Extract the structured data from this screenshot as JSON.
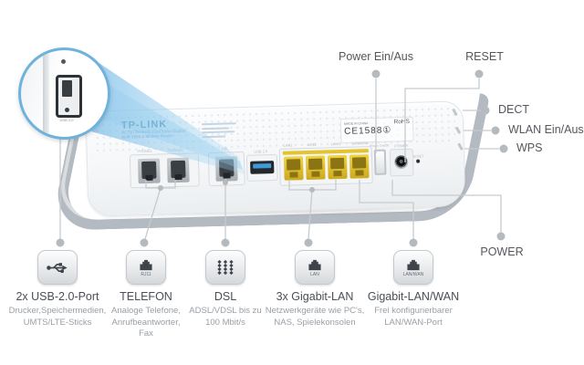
{
  "colors": {
    "accent_blue": "#6fb3dc",
    "usb_blue": "#3f9bd8",
    "port_yellow": "#e4c42e",
    "line": "#c7cbcf",
    "dot": "#b5babf"
  },
  "magnifier": {
    "caption": "USB 2.0"
  },
  "router": {
    "brand": "TP-LINK",
    "brand_sub": [
      "AC750 Wireless Dual Band Gigabit",
      "VoIP VDSL2 Modem Router"
    ],
    "label": {
      "made_in": "MADE IN CHINA",
      "rohs": "RoHS",
      "ce_mark": "CE1588①"
    },
    "port_labels": [
      "PHONE1",
      "PHONE2",
      "DSL",
      "USB 2.0",
      "LAN1",
      "LAN2",
      "LAN3",
      "LAN/WAN",
      "Power On/Off",
      "POWER",
      "RESET"
    ]
  },
  "callouts": {
    "top": [
      {
        "label": "Power Ein/Aus"
      },
      {
        "label": "RESET"
      }
    ],
    "right": [
      {
        "label": "DECT"
      },
      {
        "label": "WLAN Ein/Aus"
      },
      {
        "label": "WPS"
      }
    ],
    "bottom_right": {
      "label": "POWER"
    },
    "bottom": [
      {
        "icon": "usb-icon",
        "icon_caption": "",
        "title": "2x USB-2.0-Port",
        "desc": [
          "Drucker,Speichermedien,",
          "UMTS/LTE-Sticks"
        ]
      },
      {
        "icon": "rj11-icon",
        "icon_caption": "RJ11",
        "title": "TELEFON",
        "desc": [
          "Analoge Telefone,",
          "Anrufbeantworter,",
          "Fax"
        ]
      },
      {
        "icon": "dsl-icon",
        "icon_caption": "",
        "title": "DSL",
        "desc": [
          "ADSL/VDSL bis zu",
          "100 Mbit/s"
        ]
      },
      {
        "icon": "rj45-lan-icon",
        "icon_caption": "LAN",
        "title": "3x Gigabit-LAN",
        "desc": [
          "Netzwerkgeräte wie PC's,",
          "NAS, Spielekonsolen"
        ]
      },
      {
        "icon": "rj45-lanwan-icon",
        "icon_caption": "LAN/WAN",
        "title": "Gigabit-LAN/WAN",
        "desc": [
          "Frei konfigurierbarer",
          "LAN/WAN-Port"
        ]
      }
    ]
  }
}
